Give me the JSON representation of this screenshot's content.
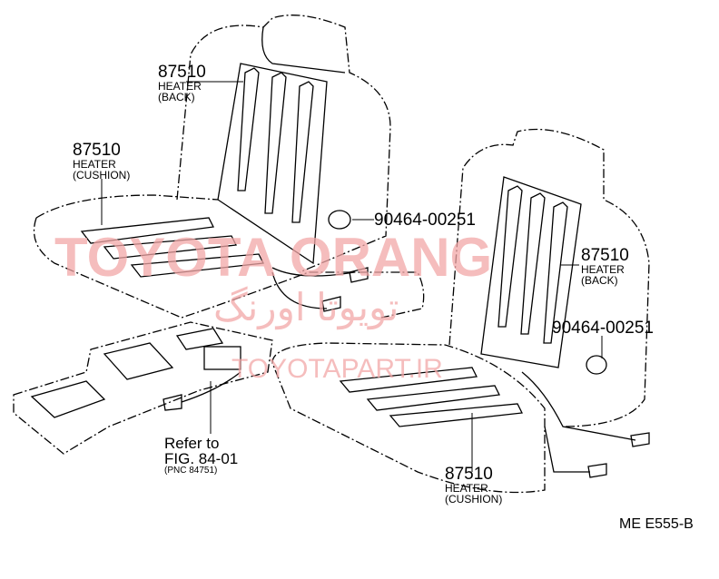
{
  "title": "Seat heater diagram",
  "labels": {
    "back_left": {
      "part": "87510",
      "name": "HEATER",
      "sub": "(BACK)"
    },
    "cushion_left": {
      "part": "87510",
      "name": "HEATER",
      "sub": "(CUSHION)"
    },
    "clip_top": {
      "part": "90464-00251"
    },
    "back_right": {
      "part": "87510",
      "name": "HEATER",
      "sub": "(BACK)"
    },
    "clip_right": {
      "part": "90464-00251"
    },
    "cushion_right": {
      "part": "87510",
      "name": "HEATER",
      "sub": "(CUSHION)"
    },
    "refer": {
      "line1": "Refer to",
      "line2": "FIG. 84-01",
      "line3": "(PNC 84751)"
    }
  },
  "diagram_code": "ME E555-B",
  "watermarks": [
    "TOYOTA ORANG",
    "تویوتا اورنگ",
    "TOYOTAPART.IR"
  ]
}
